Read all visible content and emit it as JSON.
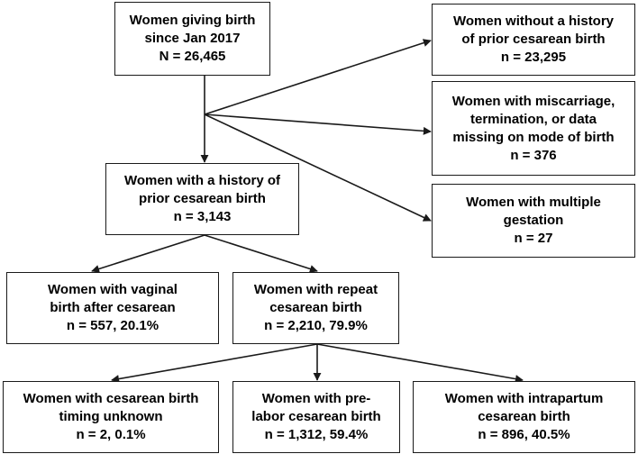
{
  "boxes": {
    "total": {
      "line1": "Women giving birth",
      "line2": "since Jan 2017",
      "line3": "N = 26,465"
    },
    "no_prior": {
      "line1": "Women without a history",
      "line2": "of prior cesarean birth",
      "line3": "n = 23,295"
    },
    "miscarriage": {
      "line1": "Women with miscarriage,",
      "line2": "termination, or data",
      "line3": "missing on mode of birth",
      "line4": "n = 376"
    },
    "multiple": {
      "line1": "Women with multiple",
      "line2": "gestation",
      "line3": "n = 27"
    },
    "prior": {
      "line1": "Women with a history of",
      "line2": "prior cesarean birth",
      "line3": "n = 3,143"
    },
    "vbac": {
      "line1": "Women with vaginal",
      "line2": "birth after cesarean",
      "line3": "n = 557, 20.1%"
    },
    "repeat": {
      "line1": "Women with repeat",
      "line2": "cesarean birth",
      "line3": "n = 2,210, 79.9%"
    },
    "timing_unknown": {
      "line1": "Women with cesarean birth",
      "line2": "timing unknown",
      "line3": "n = 2, 0.1%"
    },
    "prelabor": {
      "line1": "Women with pre-",
      "line2": "labor cesarean birth",
      "line3": "n = 1,312, 59.4%"
    },
    "intrapartum": {
      "line1": "Women with intrapartum",
      "line2": "cesarean birth",
      "line3": "n = 896, 40.5%"
    }
  },
  "colors": {
    "line": "#1a1a1a",
    "box_border": "#1a1a1a",
    "background": "#ffffff",
    "text": "#000000"
  }
}
